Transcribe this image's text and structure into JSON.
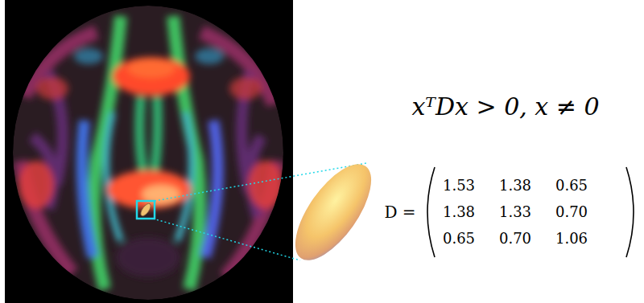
{
  "diagram": {
    "labels": [
      "xᵀDx > 0, x ≠ 0",
      "D =",
      "1.53",
      "1.38",
      "0.65",
      "1.38",
      "1.33",
      "0.70",
      "0.65",
      "0.70",
      "1.06"
    ]
  }
}
